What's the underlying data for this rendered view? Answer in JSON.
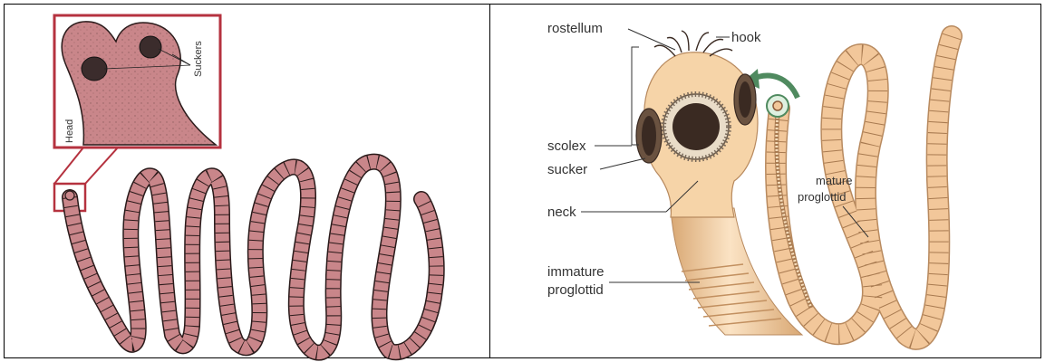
{
  "left_panel": {
    "inset_labels": {
      "suckers": "Suckers",
      "head": "Head"
    }
  },
  "right_panel": {
    "labels": {
      "rostellum": "rostellum",
      "hook": "hook",
      "scolex": "scolex",
      "sucker": "sucker",
      "neck": "neck",
      "immature_line1": "immature",
      "immature_line2": "proglottid",
      "mature_line1": "mature",
      "mature_line2": "proglottid"
    }
  },
  "colors": {
    "worm_fill": "#c9868a",
    "worm_stroke": "#2a1a1a",
    "inset_border": "#b5323f",
    "tan_body": "#efc99a",
    "tan_segment": "#f2c79a",
    "arrow_green": "#4f8a5f"
  }
}
